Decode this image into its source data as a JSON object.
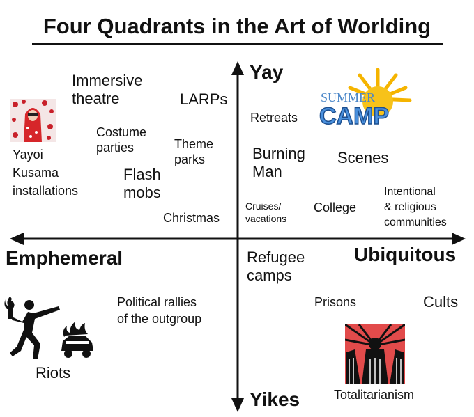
{
  "title": "Four Quadrants in the Art of Worlding",
  "axes": {
    "top": "Yay",
    "bottom": "Yikes",
    "left": "Emphemeral",
    "right": "Ubiquitous"
  },
  "items": {
    "immersive_theatre": [
      "Immersive",
      "theatre"
    ],
    "larps": "LARPs",
    "yayoi": [
      "Yayoi",
      "Kusama",
      "installations"
    ],
    "costume": [
      "Costume",
      "parties"
    ],
    "theme_parks": [
      "Theme",
      "parks"
    ],
    "flash_mobs": [
      "Flash",
      "mobs"
    ],
    "christmas": "Christmas",
    "retreats": "Retreats",
    "burning_man": [
      "Burning",
      "Man"
    ],
    "scenes": "Scenes",
    "cruises": [
      "Cruises/",
      "vacations"
    ],
    "college": "College",
    "intentional": [
      "Intentional",
      "& religious",
      "communities"
    ],
    "refugee": [
      "Refugee",
      "camps"
    ],
    "political": [
      "Political rallies",
      "of the outgroup"
    ],
    "prisons": "Prisons",
    "cults": "Cults",
    "riots": "Riots",
    "totalitarianism": "Totalitarianism"
  },
  "logo": {
    "line1": "SUMMER",
    "line2": "CAMP"
  },
  "colors": {
    "axis": "#111111",
    "sun": "#f5b400",
    "camp_blue": "#3a7fd0",
    "kusama_red": "#d6262a",
    "poster_red": "#e24b4b"
  }
}
